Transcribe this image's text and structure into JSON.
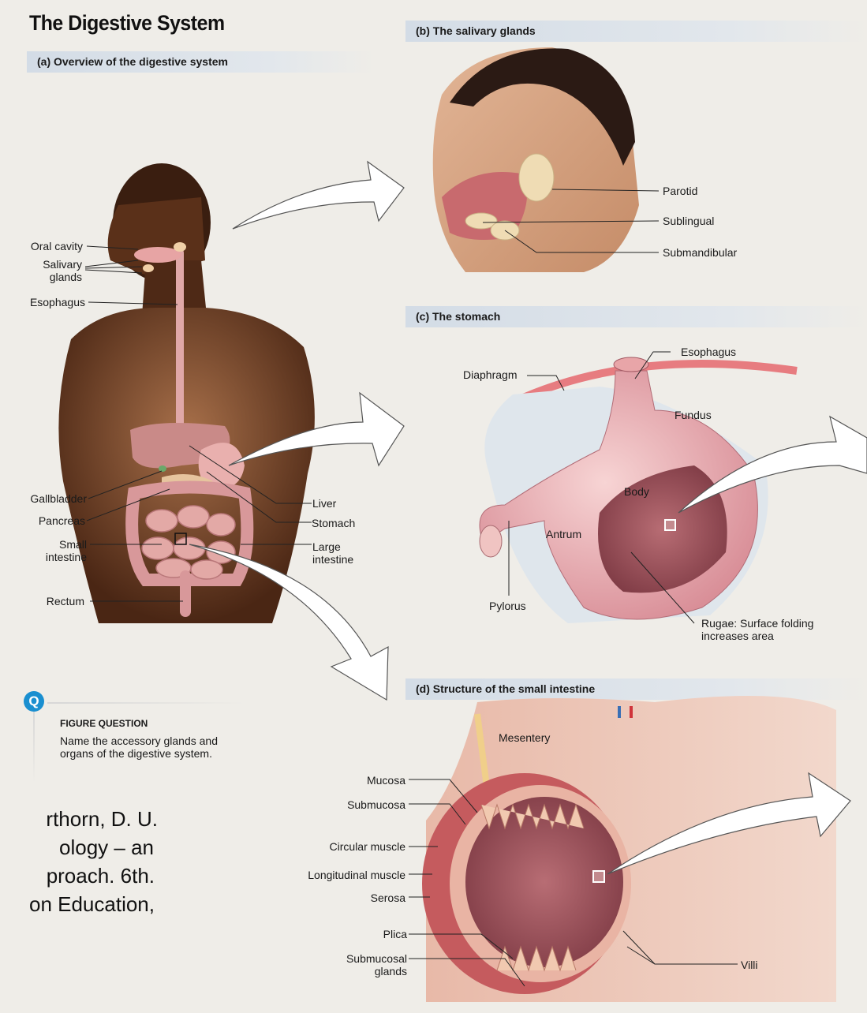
{
  "title": "The Digestive System",
  "panels": {
    "a": "(a) Overview of the digestive system",
    "b": "(b) The salivary glands",
    "c": "(c) The stomach",
    "d": "(d) Structure of the small intestine"
  },
  "labels_a": {
    "oral_cavity": "Oral cavity",
    "salivary_glands": "Salivary glands",
    "esophagus": "Esophagus",
    "gallbladder": "Gallbladder",
    "pancreas": "Pancreas",
    "small_intestine": "Small intestine",
    "rectum": "Rectum",
    "liver": "Liver",
    "stomach": "Stomach",
    "large_intestine": "Large intestine"
  },
  "labels_b": {
    "parotid": "Parotid",
    "sublingual": "Sublingual",
    "submandibular": "Submandibular"
  },
  "labels_c": {
    "esophagus": "Esophagus",
    "diaphragm": "Diaphragm",
    "fundus": "Fundus",
    "body": "Body",
    "antrum": "Antrum",
    "pylorus": "Pylorus",
    "rugae": "Rugae: Surface folding increases area"
  },
  "labels_d": {
    "mesentery": "Mesentery",
    "mucosa": "Mucosa",
    "submucosa": "Submucosa",
    "circular_muscle": "Circular muscle",
    "longitudinal_muscle": "Longitudinal muscle",
    "serosa": "Serosa",
    "plica": "Plica",
    "submucosal_glands": "Submucosal glands",
    "villi": "Villi"
  },
  "figure_question": {
    "icon": "Q",
    "title": "FIGURE QUESTION",
    "text": "Name the accessory glands and organs of the digestive system."
  },
  "citation_fragments": [
    "rthorn, D. U.",
    "ology – an",
    "proach. 6th.",
    "on Education,"
  ],
  "colors": {
    "panel_header": "#d3dce6",
    "q_icon": "#1a8fd0",
    "background": "#efede8"
  }
}
